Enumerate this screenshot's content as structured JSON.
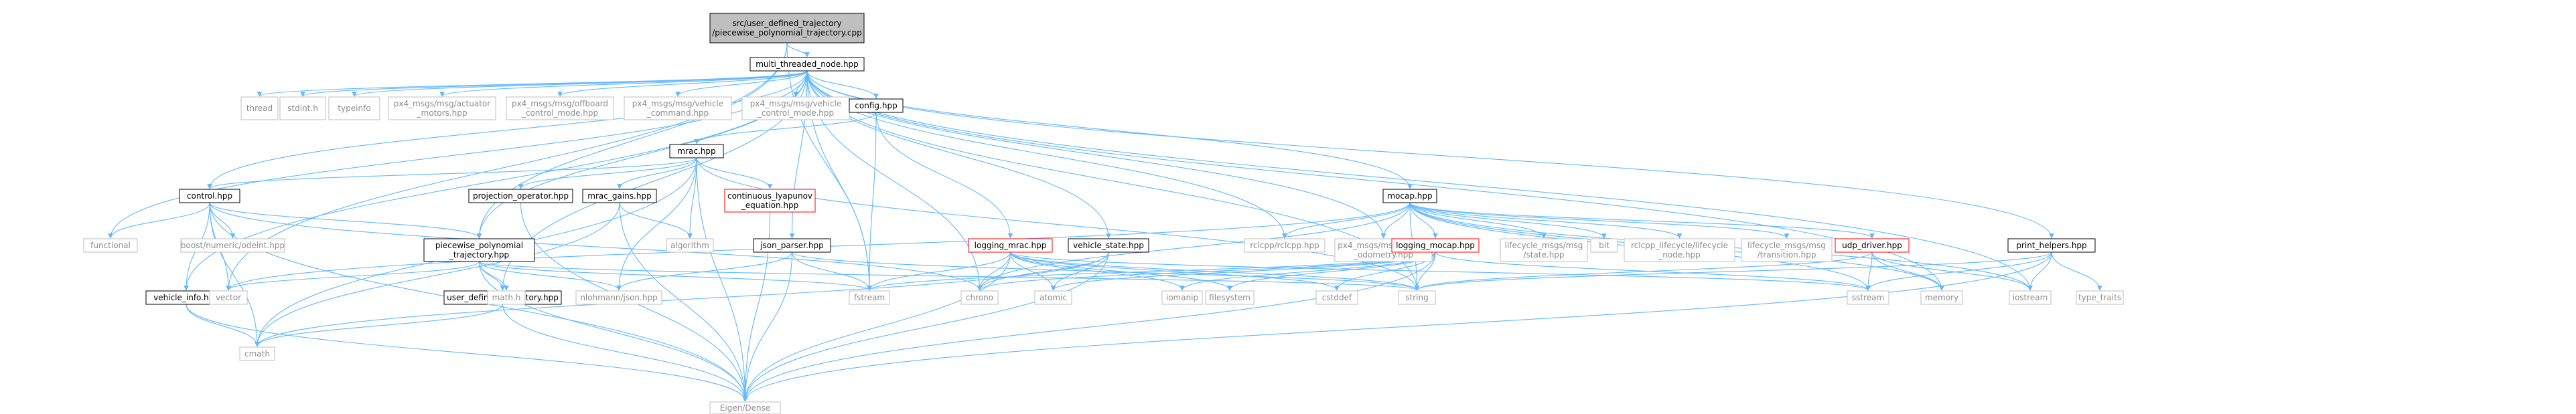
{
  "colors": {
    "edge": "#63b8ff",
    "root_fill": "#bfbfbf",
    "node_border": "#000000",
    "missing_border": "#bfbfbf",
    "missing_text": "#8c8c8c",
    "warn_border": "#ff0000"
  },
  "nodes": [
    {
      "id": "root",
      "lines": [
        "src/user_defined_trajectory",
        "/piecewise_polynomial_trajectory.cpp"
      ],
      "style": "root"
    },
    {
      "id": "mtn",
      "lines": [
        "multi_threaded_node.hpp"
      ],
      "style": "normal"
    },
    {
      "id": "thread",
      "lines": [
        "thread"
      ],
      "style": "gray"
    },
    {
      "id": "stdint",
      "lines": [
        "stdint.h"
      ],
      "style": "gray"
    },
    {
      "id": "typeinfo",
      "lines": [
        "typeinfo"
      ],
      "style": "gray"
    },
    {
      "id": "act",
      "lines": [
        "px4_msgs/msg/actuator",
        "_motors.hpp"
      ],
      "style": "gray"
    },
    {
      "id": "offb",
      "lines": [
        "px4_msgs/msg/offboard",
        "_control_mode.hpp"
      ],
      "style": "gray"
    },
    {
      "id": "vcmd",
      "lines": [
        "px4_msgs/msg/vehicle",
        "_command.hpp"
      ],
      "style": "gray"
    },
    {
      "id": "vctrl",
      "lines": [
        "px4_msgs/msg/vehicle",
        "_control_mode.hpp"
      ],
      "style": "gray"
    },
    {
      "id": "config",
      "lines": [
        "config.hpp"
      ],
      "style": "normal"
    },
    {
      "id": "mrac",
      "lines": [
        "mrac.hpp"
      ],
      "style": "normal"
    },
    {
      "id": "control",
      "lines": [
        "control.hpp"
      ],
      "style": "normal"
    },
    {
      "id": "functional",
      "lines": [
        "functional"
      ],
      "style": "gray"
    },
    {
      "id": "odeint",
      "lines": [
        "boost/numeric/odeint.hpp"
      ],
      "style": "gray"
    },
    {
      "id": "ppt",
      "lines": [
        "piecewise_polynomial",
        "_trajectory.hpp"
      ],
      "style": "normal"
    },
    {
      "id": "vinfo",
      "lines": [
        "vehicle_info.hpp"
      ],
      "style": "normal"
    },
    {
      "id": "vector",
      "lines": [
        "vector"
      ],
      "style": "gray"
    },
    {
      "id": "udt",
      "lines": [
        "user_defined_trajectory.hpp"
      ],
      "style": "normal"
    },
    {
      "id": "cmath",
      "lines": [
        "cmath"
      ],
      "style": "gray"
    },
    {
      "id": "eigen",
      "lines": [
        "Eigen/Dense"
      ],
      "style": "gray"
    },
    {
      "id": "mathh",
      "lines": [
        "math.h"
      ],
      "style": "gray"
    },
    {
      "id": "nlohmann",
      "lines": [
        "nlohmann/json.hpp"
      ],
      "style": "gray"
    },
    {
      "id": "projop",
      "lines": [
        "projection_operator.hpp"
      ],
      "style": "normal"
    },
    {
      "id": "mgains",
      "lines": [
        "mrac_gains.hpp"
      ],
      "style": "normal"
    },
    {
      "id": "algorithm",
      "lines": [
        "algorithm"
      ],
      "style": "gray"
    },
    {
      "id": "lyap",
      "lines": [
        "continuous_lyapunov",
        "_equation.hpp"
      ],
      "style": "warn"
    },
    {
      "id": "jsonp",
      "lines": [
        "json_parser.hpp"
      ],
      "style": "normal"
    },
    {
      "id": "fstream",
      "lines": [
        "fstream"
      ],
      "style": "gray"
    },
    {
      "id": "logmrac",
      "lines": [
        "logging_mrac.hpp"
      ],
      "style": "warn"
    },
    {
      "id": "vstate",
      "lines": [
        "vehicle_state.hpp"
      ],
      "style": "normal"
    },
    {
      "id": "rclcpp",
      "lines": [
        "rclcpp/rclcpp.hpp"
      ],
      "style": "gray"
    },
    {
      "id": "vodom",
      "lines": [
        "px4_msgs/msg/vehicle",
        "_odometry.hpp"
      ],
      "style": "gray"
    },
    {
      "id": "mocap",
      "lines": [
        "mocap.hpp"
      ],
      "style": "normal"
    },
    {
      "id": "logmocap",
      "lines": [
        "logging_mocap.hpp"
      ],
      "style": "warn"
    },
    {
      "id": "chrono",
      "lines": [
        "chrono"
      ],
      "style": "gray"
    },
    {
      "id": "atomic",
      "lines": [
        "atomic"
      ],
      "style": "gray"
    },
    {
      "id": "iomanip",
      "lines": [
        "iomanip"
      ],
      "style": "gray"
    },
    {
      "id": "filesystem",
      "lines": [
        "filesystem"
      ],
      "style": "gray"
    },
    {
      "id": "cstddef",
      "lines": [
        "cstddef"
      ],
      "style": "gray"
    },
    {
      "id": "string",
      "lines": [
        "string"
      ],
      "style": "gray"
    },
    {
      "id": "lcstate",
      "lines": [
        "lifecycle_msgs/msg",
        "/state.hpp"
      ],
      "style": "gray"
    },
    {
      "id": "bit",
      "lines": [
        "bit"
      ],
      "style": "gray"
    },
    {
      "id": "rclcpplc",
      "lines": [
        "rclcpp_lifecycle/lifecycle",
        "_node.hpp"
      ],
      "style": "gray"
    },
    {
      "id": "lctrans",
      "lines": [
        "lifecycle_msgs/msg",
        "/transition.hpp"
      ],
      "style": "gray"
    },
    {
      "id": "udp",
      "lines": [
        "udp_driver.hpp"
      ],
      "style": "warn"
    },
    {
      "id": "sstream",
      "lines": [
        "sstream"
      ],
      "style": "gray"
    },
    {
      "id": "memory",
      "lines": [
        "memory"
      ],
      "style": "gray"
    },
    {
      "id": "phelp",
      "lines": [
        "print_helpers.hpp"
      ],
      "style": "normal"
    },
    {
      "id": "iostream",
      "lines": [
        "iostream"
      ],
      "style": "gray"
    },
    {
      "id": "typetraits",
      "lines": [
        "type_traits"
      ],
      "style": "gray"
    }
  ],
  "edges": [
    [
      "root",
      "mtn"
    ],
    [
      "root",
      "ppt"
    ],
    [
      "root",
      "vector"
    ],
    [
      "root",
      "fstream"
    ],
    [
      "mtn",
      "thread"
    ],
    [
      "mtn",
      "stdint"
    ],
    [
      "mtn",
      "typeinfo"
    ],
    [
      "mtn",
      "act"
    ],
    [
      "mtn",
      "offb"
    ],
    [
      "mtn",
      "vcmd"
    ],
    [
      "mtn",
      "vctrl"
    ],
    [
      "mtn",
      "config"
    ],
    [
      "mtn",
      "control"
    ],
    [
      "mtn",
      "functional"
    ],
    [
      "mtn",
      "ppt"
    ],
    [
      "mtn",
      "udt"
    ],
    [
      "mtn",
      "vinfo"
    ],
    [
      "mtn",
      "fstream"
    ],
    [
      "mtn",
      "chrono"
    ],
    [
      "mtn",
      "jsonp"
    ],
    [
      "mtn",
      "vstate"
    ],
    [
      "mtn",
      "rclcpp"
    ],
    [
      "mtn",
      "vodom"
    ],
    [
      "mtn",
      "mocap"
    ],
    [
      "mtn",
      "string"
    ],
    [
      "mtn",
      "memory"
    ],
    [
      "mtn",
      "phelp"
    ],
    [
      "mtn",
      "iostream"
    ],
    [
      "config",
      "mrac"
    ],
    [
      "config",
      "logmrac"
    ],
    [
      "config",
      "fstream"
    ],
    [
      "mrac",
      "control"
    ],
    [
      "mrac",
      "projop"
    ],
    [
      "mrac",
      "mgains"
    ],
    [
      "mrac",
      "lyap"
    ],
    [
      "mrac",
      "algorithm"
    ],
    [
      "mrac",
      "eigen"
    ],
    [
      "mrac",
      "cmath"
    ],
    [
      "mrac",
      "nlohmann"
    ],
    [
      "mrac",
      "string"
    ],
    [
      "control",
      "functional"
    ],
    [
      "control",
      "odeint"
    ],
    [
      "control",
      "ppt"
    ],
    [
      "control",
      "vinfo"
    ],
    [
      "control",
      "vector"
    ],
    [
      "control",
      "cmath"
    ],
    [
      "control",
      "eigen"
    ],
    [
      "control",
      "chrono"
    ],
    [
      "ppt",
      "vector"
    ],
    [
      "ppt",
      "udt"
    ],
    [
      "ppt",
      "mathh"
    ],
    [
      "ppt",
      "nlohmann"
    ],
    [
      "ppt",
      "eigen"
    ],
    [
      "ppt",
      "fstream"
    ],
    [
      "ppt",
      "string"
    ],
    [
      "udt",
      "cmath"
    ],
    [
      "udt",
      "eigen"
    ],
    [
      "vinfo",
      "cmath"
    ],
    [
      "vinfo",
      "eigen"
    ],
    [
      "projop",
      "eigen"
    ],
    [
      "mgains",
      "algorithm"
    ],
    [
      "mgains",
      "eigen"
    ],
    [
      "mgains",
      "cmath"
    ],
    [
      "lyap",
      "eigen"
    ],
    [
      "jsonp",
      "nlohmann"
    ],
    [
      "jsonp",
      "fstream"
    ],
    [
      "jsonp",
      "eigen"
    ],
    [
      "jsonp",
      "string"
    ],
    [
      "logmrac",
      "fstream"
    ],
    [
      "logmrac",
      "chrono"
    ],
    [
      "logmrac",
      "atomic"
    ],
    [
      "logmrac",
      "iomanip"
    ],
    [
      "logmrac",
      "filesystem"
    ],
    [
      "logmrac",
      "cstddef"
    ],
    [
      "logmrac",
      "string"
    ],
    [
      "logmrac",
      "eigen"
    ],
    [
      "logmrac",
      "sstream"
    ],
    [
      "vstate",
      "eigen"
    ],
    [
      "vstate",
      "atomic"
    ],
    [
      "vstate",
      "cmath"
    ],
    [
      "vstate",
      "chrono"
    ],
    [
      "mocap",
      "rclcpp"
    ],
    [
      "mocap",
      "vodom"
    ],
    [
      "mocap",
      "logmocap"
    ],
    [
      "mocap",
      "lcstate"
    ],
    [
      "mocap",
      "bit"
    ],
    [
      "mocap",
      "rclcpplc"
    ],
    [
      "mocap",
      "lctrans"
    ],
    [
      "mocap",
      "udp"
    ],
    [
      "mocap",
      "chrono"
    ],
    [
      "mocap",
      "vector"
    ],
    [
      "mocap",
      "string"
    ],
    [
      "mocap",
      "memory"
    ],
    [
      "mocap",
      "sstream"
    ],
    [
      "mocap",
      "iostream"
    ],
    [
      "logmocap",
      "fstream"
    ],
    [
      "logmocap",
      "chrono"
    ],
    [
      "logmocap",
      "atomic"
    ],
    [
      "logmocap",
      "iomanip"
    ],
    [
      "logmocap",
      "filesystem"
    ],
    [
      "logmocap",
      "cstddef"
    ],
    [
      "logmocap",
      "string"
    ],
    [
      "logmocap",
      "eigen"
    ],
    [
      "logmocap",
      "sstream"
    ],
    [
      "udp",
      "string"
    ],
    [
      "udp",
      "iostream"
    ],
    [
      "udp",
      "memory"
    ],
    [
      "udp",
      "sstream"
    ],
    [
      "phelp",
      "iostream"
    ],
    [
      "phelp",
      "string"
    ],
    [
      "phelp",
      "typetraits"
    ],
    [
      "phelp",
      "eigen"
    ],
    [
      "phelp",
      "sstream"
    ]
  ]
}
